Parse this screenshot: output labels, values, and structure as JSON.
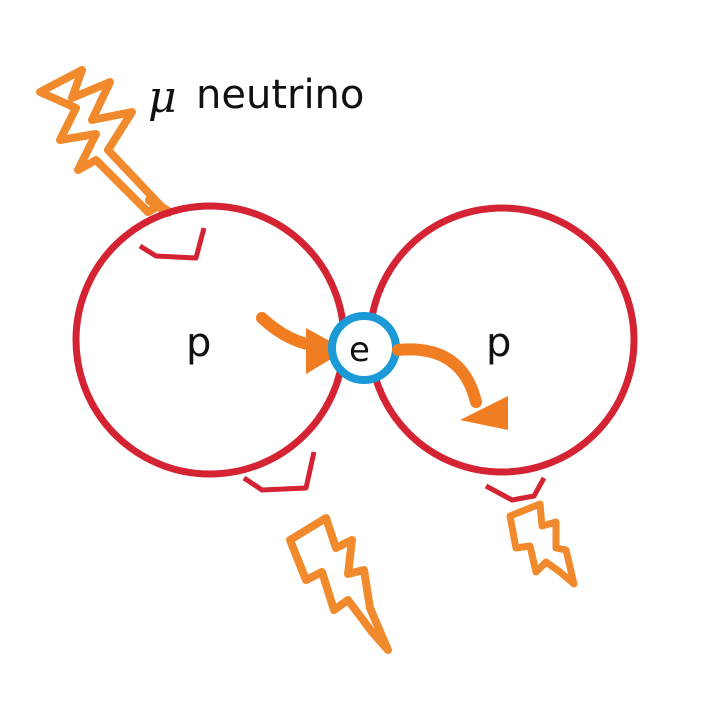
{
  "title": {
    "symbol": "μ",
    "text": "neutrino"
  },
  "left_particle": {
    "label": "p"
  },
  "right_particle": {
    "label": "p"
  },
  "center_particle": {
    "label": "e"
  },
  "colors": {
    "proton_ring": "#d42332",
    "electron_ring": "#1b9ad6",
    "bolt": "#f08a2c",
    "arrow": "#f07d22",
    "text": "#111111"
  },
  "icons": [
    "lightning-bolt-icon",
    "lightning-bolt-icon",
    "lightning-bolt-icon",
    "curved-arrow-icon",
    "curved-arrow-icon"
  ]
}
